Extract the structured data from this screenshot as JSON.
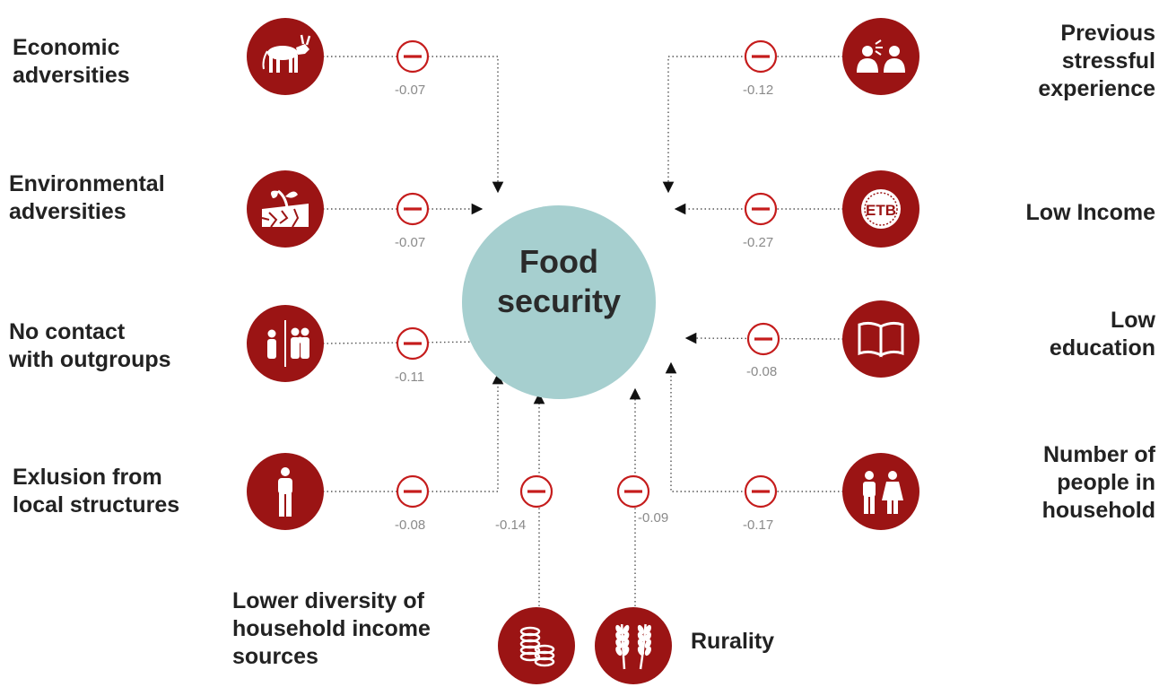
{
  "center": {
    "title": "Food\nsecurity"
  },
  "colors": {
    "icon_fill": "#9b1414",
    "center_fill": "#a6cfcf",
    "sign_color": "#c51c1c",
    "connector": "#555555"
  },
  "factors": [
    {
      "id": "economic",
      "label": "Economic\nadversities",
      "coefficient": "-0.07",
      "sign": "negative",
      "icon": "cow-icon"
    },
    {
      "id": "environmental",
      "label": "Environmental\nadversities",
      "coefficient": "-0.07",
      "sign": "negative",
      "icon": "dry-soil-sprout-icon"
    },
    {
      "id": "outgroups",
      "label": "No contact\nwith outgroups",
      "coefficient": "-0.11",
      "sign": "negative",
      "icon": "separated-people-icon"
    },
    {
      "id": "exclusion",
      "label": "Exlusion from\nlocal structures",
      "coefficient": "-0.08",
      "sign": "negative",
      "icon": "single-person-icon"
    },
    {
      "id": "income-diversity",
      "label": "Lower diversity of\nhousehold income\nsources",
      "coefficient": "-0.14",
      "sign": "negative",
      "icon": "coin-stacks-icon"
    },
    {
      "id": "rurality",
      "label": "Rurality",
      "coefficient": "-0.09",
      "sign": "negative",
      "icon": "wheat-icon"
    },
    {
      "id": "stress",
      "label": "Previous\nstressful\nexperience",
      "coefficient": "-0.12",
      "sign": "negative",
      "icon": "shouting-people-icon"
    },
    {
      "id": "income",
      "label": "Low Income",
      "coefficient": "-0.27",
      "sign": "negative",
      "icon": "etb-coin-icon"
    },
    {
      "id": "education",
      "label": "Low\neducation",
      "coefficient": "-0.08",
      "sign": "negative",
      "icon": "open-book-icon"
    },
    {
      "id": "household",
      "label": "Number of\npeople in\nhousehold",
      "coefficient": "-0.17",
      "sign": "negative",
      "icon": "family-icon"
    }
  ],
  "etb_text": "ETB"
}
